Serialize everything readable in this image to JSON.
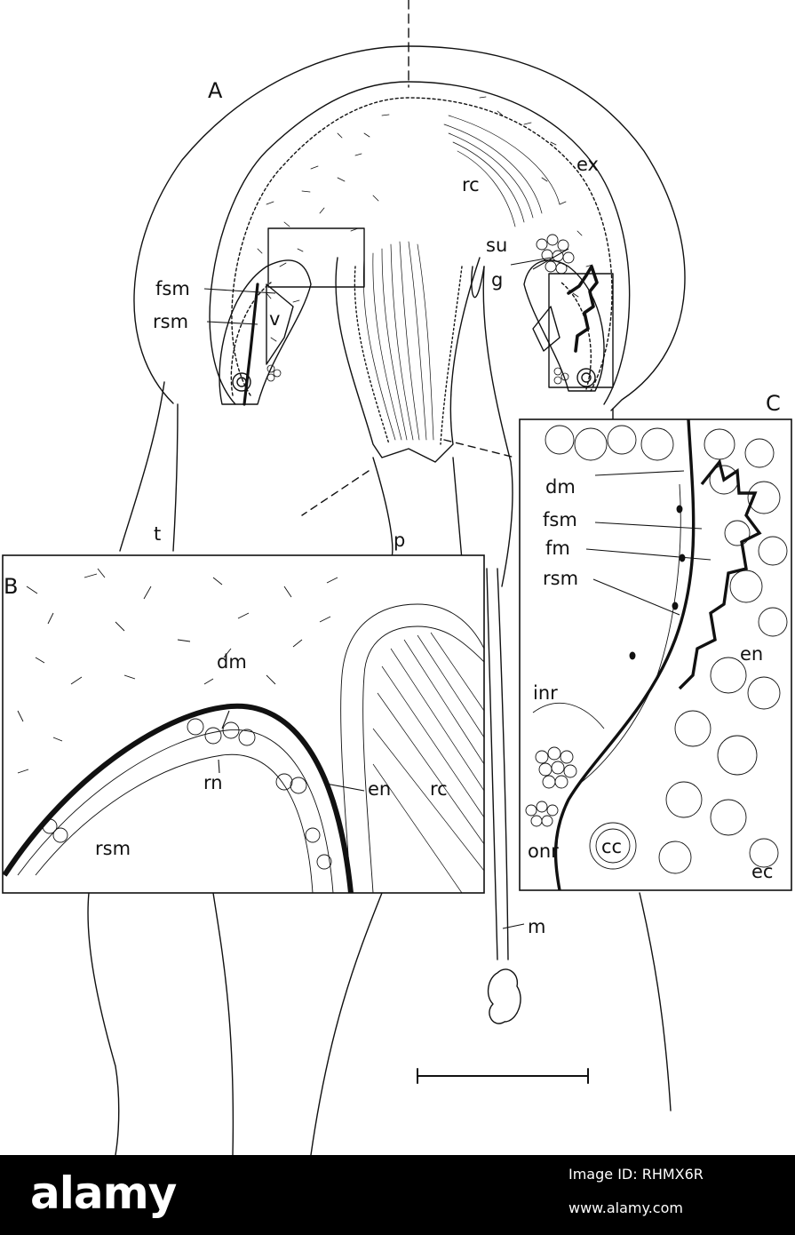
{
  "figure": {
    "panel_labels": {
      "a": "A",
      "b": "B",
      "c": "C"
    },
    "labels_a": {
      "ex": "ex",
      "rc": "rc",
      "su": "su",
      "g": "g",
      "fsm": "fsm",
      "rsm": "rsm",
      "v": "v",
      "t": "t",
      "p": "p",
      "m": "m"
    },
    "labels_b": {
      "dm": "dm",
      "en": "en",
      "rc": "rc",
      "rn": "rn",
      "rsm": "rsm"
    },
    "labels_c": {
      "dm": "dm",
      "fsm": "fsm",
      "fm": "fm",
      "rsm": "rsm",
      "en": "en",
      "inr": "inr",
      "onr": "onr",
      "cc": "cc",
      "ec": "ec"
    }
  },
  "watermark": {
    "logo": "alamy",
    "image_id_label": "Image ID: RHMX6R",
    "site": "www.alamy.com"
  },
  "colors": {
    "ink": "#111111",
    "footer": "#000000",
    "paper": "#ffffff"
  }
}
